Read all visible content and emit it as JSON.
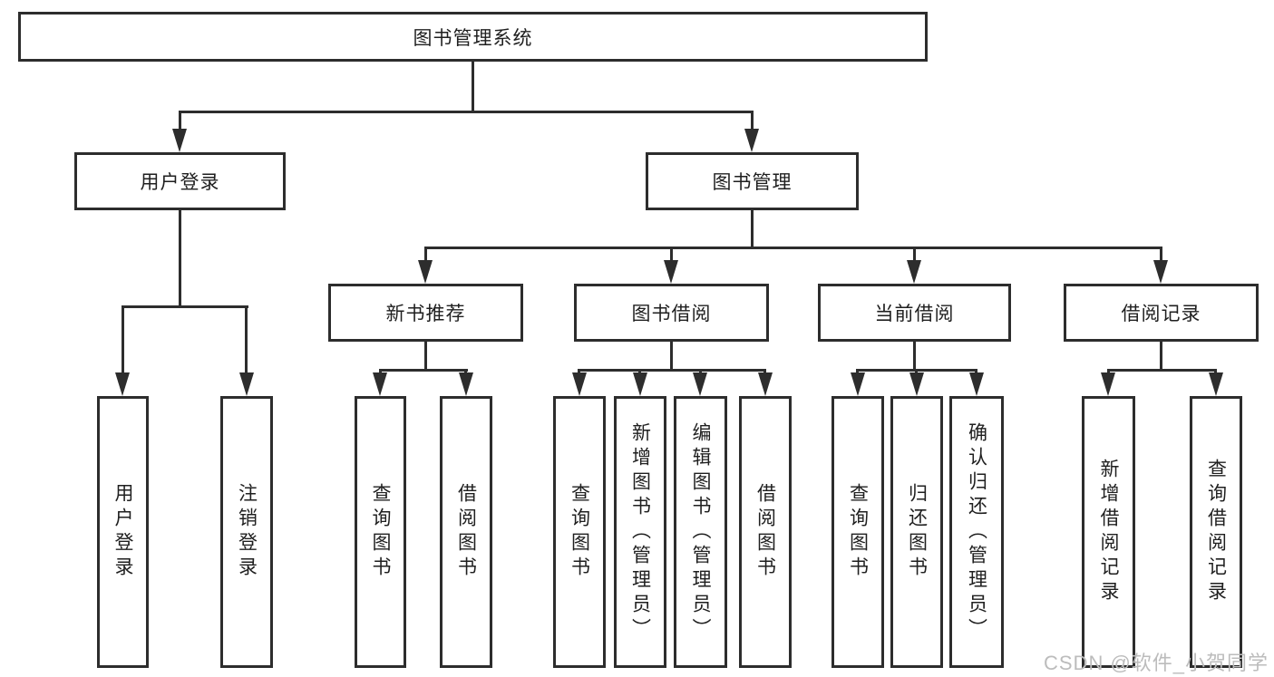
{
  "tree": {
    "label": "图书管理系统",
    "children": [
      {
        "label": "用户登录",
        "children": [
          {
            "label": "用户登录"
          },
          {
            "label": "注销登录"
          }
        ]
      },
      {
        "label": "图书管理",
        "children": [
          {
            "label": "新书推荐",
            "children": [
              {
                "label": "查询图书"
              },
              {
                "label": "借阅图书"
              }
            ]
          },
          {
            "label": "图书借阅",
            "children": [
              {
                "label": "查询图书"
              },
              {
                "label": "新增图书（管理员）"
              },
              {
                "label": "编辑图书（管理员）"
              },
              {
                "label": "借阅图书"
              }
            ]
          },
          {
            "label": "当前借阅",
            "children": [
              {
                "label": "查询图书"
              },
              {
                "label": "归还图书"
              },
              {
                "label": "确认归还（管理员）"
              }
            ]
          },
          {
            "label": "借阅记录",
            "children": [
              {
                "label": "新增借阅记录"
              },
              {
                "label": "查询借阅记录"
              }
            ]
          }
        ]
      }
    ]
  },
  "watermark": {
    "text": "CSDN @软件_小贺同学"
  },
  "colors": {
    "line": "#2d2d2d",
    "box_background": "#ffffff",
    "text": "#1f1f1f",
    "watermark": "#bcbcbc"
  }
}
